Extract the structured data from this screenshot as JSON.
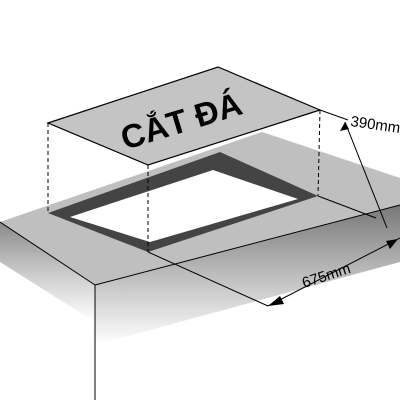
{
  "cut_label": "CẮT ĐÁ",
  "dimensions": {
    "depth": "390mm",
    "width": "675mm"
  },
  "colors": {
    "countertop_top": "#bfbfbf",
    "countertop_side": "#9a9a9a",
    "countertop_shadow": "#5a5a5a",
    "cutout_rim": "#444444",
    "cutout_floor": "#ffffff",
    "cut_panel": "#c4c4c4",
    "line": "#000000"
  }
}
